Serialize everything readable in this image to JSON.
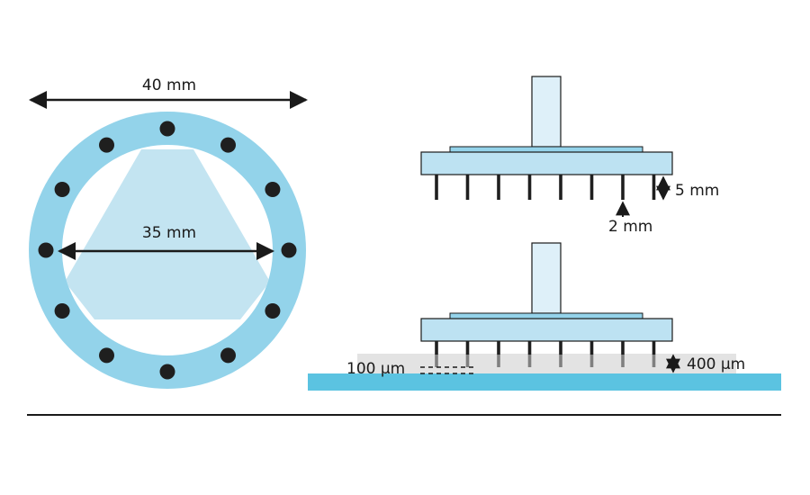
{
  "colors": {
    "ring": "#93d3ea",
    "triangle": "#c3e4f1",
    "plate": "#bde2f2",
    "plate_top": "#94d3ea",
    "stem": "#def0f9",
    "substrate": "#5bc3e1",
    "layer": "#e3e3e3",
    "pin": "#1f1f1f",
    "line": "#1a1a1a"
  },
  "top_view": {
    "outer_label": "40 mm",
    "inner_label": "35 mm",
    "dot_count": 12
  },
  "side_view_raised": {
    "pin_count": 8,
    "pin_length_label": "5 mm",
    "pin_pitch_label": "2 mm"
  },
  "side_view_pressed": {
    "pin_count": 8,
    "layer_label": "400 µm",
    "depth_label": "100 µm"
  }
}
